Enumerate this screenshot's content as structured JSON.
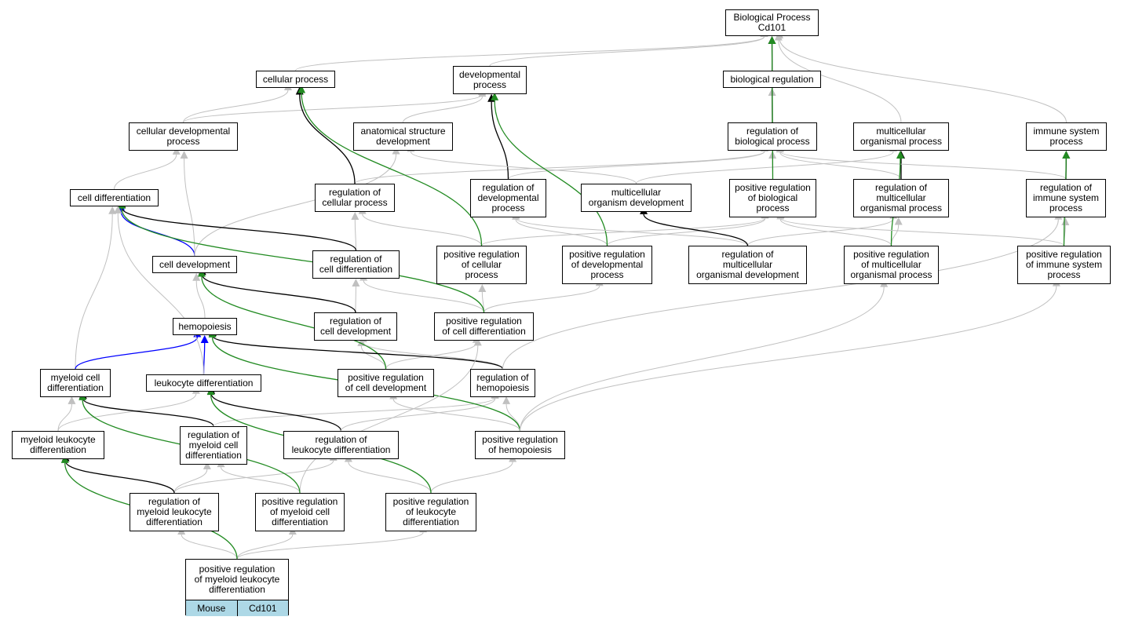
{
  "graph": {
    "colors": {
      "is_a": "#c0c0c0",
      "part_of": "#000000",
      "regulates": "#000000",
      "positive": "#228b22",
      "negative": "#0000ff"
    },
    "nodes": [
      {
        "id": "bp",
        "label": "Biological Process\nCd101"
      },
      {
        "id": "cp",
        "label": "cellular process"
      },
      {
        "id": "dp",
        "label": "developmental\nprocess"
      },
      {
        "id": "br",
        "label": "biological regulation"
      },
      {
        "id": "cdp",
        "label": "cellular developmental\nprocess"
      },
      {
        "id": "asd",
        "label": "anatomical structure\ndevelopment"
      },
      {
        "id": "rbp",
        "label": "regulation of\nbiological process"
      },
      {
        "id": "mop",
        "label": "multicellular\norganismal process"
      },
      {
        "id": "isp",
        "label": "immune system\nprocess"
      },
      {
        "id": "cd",
        "label": "cell differentiation"
      },
      {
        "id": "rcp",
        "label": "regulation of\ncellular process"
      },
      {
        "id": "rdp",
        "label": "regulation of\ndevelopmental\nprocess"
      },
      {
        "id": "mod",
        "label": "multicellular\norganism development"
      },
      {
        "id": "prbp",
        "label": "positive regulation\nof biological\nprocess"
      },
      {
        "id": "rmop",
        "label": "regulation of\nmulticellular\norganismal process"
      },
      {
        "id": "risp",
        "label": "regulation of\nimmune system\nprocess"
      },
      {
        "id": "cdev",
        "label": "cell development"
      },
      {
        "id": "rcd",
        "label": "regulation of\ncell differentiation"
      },
      {
        "id": "prcp",
        "label": "positive regulation\nof cellular\nprocess"
      },
      {
        "id": "prdp",
        "label": "positive regulation\nof developmental\nprocess"
      },
      {
        "id": "rmod",
        "label": "regulation of\nmulticellular\norganismal development"
      },
      {
        "id": "prmop",
        "label": "positive regulation\nof multicellular\norganismal process"
      },
      {
        "id": "prisp",
        "label": "positive regulation\nof immune system\nprocess"
      },
      {
        "id": "hemo",
        "label": "hemopoiesis"
      },
      {
        "id": "rcdev",
        "label": "regulation of\ncell development"
      },
      {
        "id": "prcd",
        "label": "positive regulation\nof cell differentiation"
      },
      {
        "id": "mcd",
        "label": "myeloid cell\ndifferentiation"
      },
      {
        "id": "ld",
        "label": "leukocyte differentiation"
      },
      {
        "id": "prcdev",
        "label": "positive regulation\nof cell development"
      },
      {
        "id": "rhemo",
        "label": "regulation of\nhemopoiesis"
      },
      {
        "id": "mld",
        "label": "myeloid leukocyte\ndifferentiation"
      },
      {
        "id": "rmcd",
        "label": "regulation of\nmyeloid cell\ndifferentiation"
      },
      {
        "id": "rld",
        "label": "regulation of\nleukocyte differentiation"
      },
      {
        "id": "prhemo",
        "label": "positive regulation\nof hemopoiesis"
      },
      {
        "id": "rmld",
        "label": "regulation of\nmyeloid leukocyte\ndifferentiation"
      },
      {
        "id": "prmcd",
        "label": "positive regulation\nof myeloid cell\ndifferentiation"
      },
      {
        "id": "prld",
        "label": "positive regulation\nof leukocyte\ndifferentiation"
      }
    ],
    "root": {
      "id": "prmld",
      "label": "positive regulation\nof myeloid leukocyte\ndifferentiation",
      "species": "Mouse",
      "gene": "Cd101"
    }
  }
}
